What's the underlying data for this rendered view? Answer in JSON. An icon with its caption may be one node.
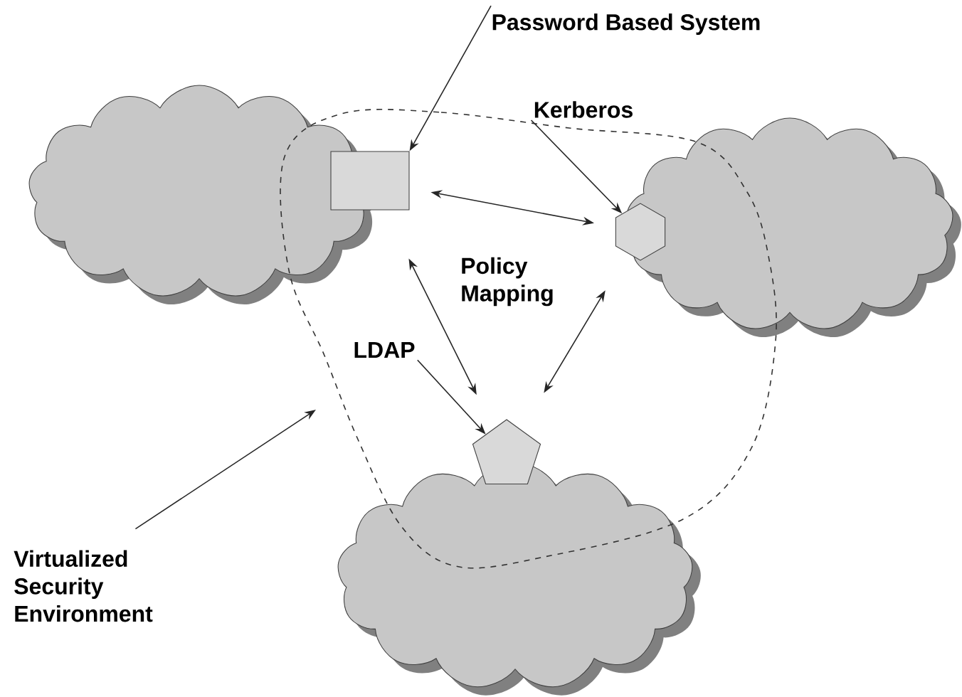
{
  "diagram": {
    "nodes": [
      {
        "text": [],
        "shape": "cloud"
      },
      {
        "text": [],
        "shape": "cloud"
      },
      {
        "text": [],
        "shape": "cloud"
      },
      {
        "text": [],
        "shape": "box"
      },
      {
        "text": [],
        "shape": "hexagon"
      },
      {
        "text": [],
        "shape": "pentagon"
      },
      {
        "text": [
          "Password Based System"
        ]
      },
      {
        "text": [
          "Kerberos"
        ]
      },
      {
        "text": [
          "LDAP"
        ]
      },
      {
        "text": [
          "Virtualized Security Environment"
        ]
      }
    ],
    "edges": [
      {
        "from": 6,
        "to": 3,
        "arrow": "to"
      },
      {
        "from": 7,
        "to": 4,
        "arrow": "to"
      },
      {
        "from": 8,
        "to": 5,
        "arrow": "to"
      },
      {
        "from": 9,
        "to": null,
        "arrow": "to"
      },
      {
        "from": 3,
        "to": 4,
        "arrow": "both"
      },
      {
        "from": 3,
        "to": 5,
        "arrow": "both"
      },
      {
        "from": 4,
        "to": 5,
        "arrow": "both"
      }
    ],
    "labels": [
      "Policy Mapping"
    ]
  }
}
